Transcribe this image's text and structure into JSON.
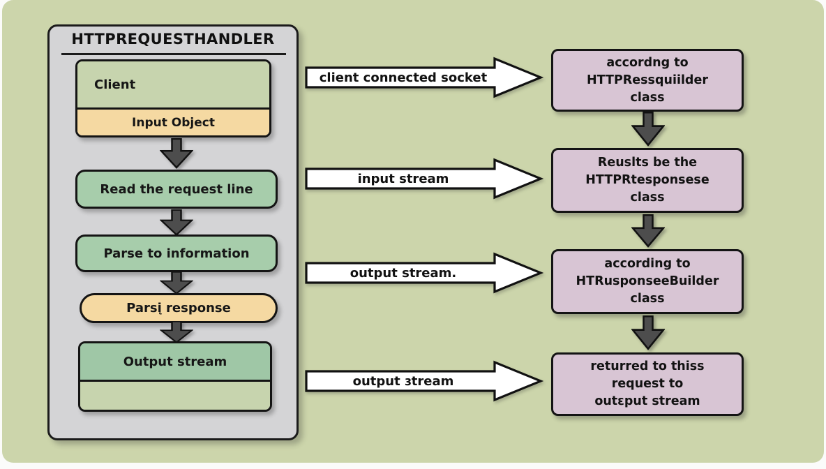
{
  "colors": {
    "canvas_green": "#ccd5ab",
    "panel_gray": "#d4d4d6",
    "node_green": "#a7cdab",
    "node_green_light": "#c7d4ae",
    "node_green_deep": "#9fc7a6",
    "node_tan": "#f5d9a2",
    "node_purple": "#d8c5d4",
    "arrow_fill": "#ffffff",
    "arrow_dark": "#4d4d4d",
    "ink": "#161616"
  },
  "handler": {
    "title": "HTTPREQUESTHANDLER",
    "client_label": "Client",
    "input_object_label": "Input Object",
    "step_read": "Read the request line",
    "step_parse": "Parse to information",
    "step_parse_response": "Parsį response",
    "step_output": "Output stream"
  },
  "flow_arrows": [
    {
      "label": "client connected socket"
    },
    {
      "label": "input stream"
    },
    {
      "label": "output stream."
    },
    {
      "label": "output ɜtream"
    }
  ],
  "right_boxes": [
    {
      "lines": [
        "accordng to",
        "HTTPRessquiilder",
        "class"
      ]
    },
    {
      "lines": [
        "Reuslts be the",
        "HTTPRtesponsese",
        "class"
      ]
    },
    {
      "lines": [
        "according to",
        "HTRusponseeBuilder",
        "class"
      ]
    },
    {
      "lines": [
        "returred to thiss",
        "request to",
        "outɛput stream"
      ]
    }
  ]
}
